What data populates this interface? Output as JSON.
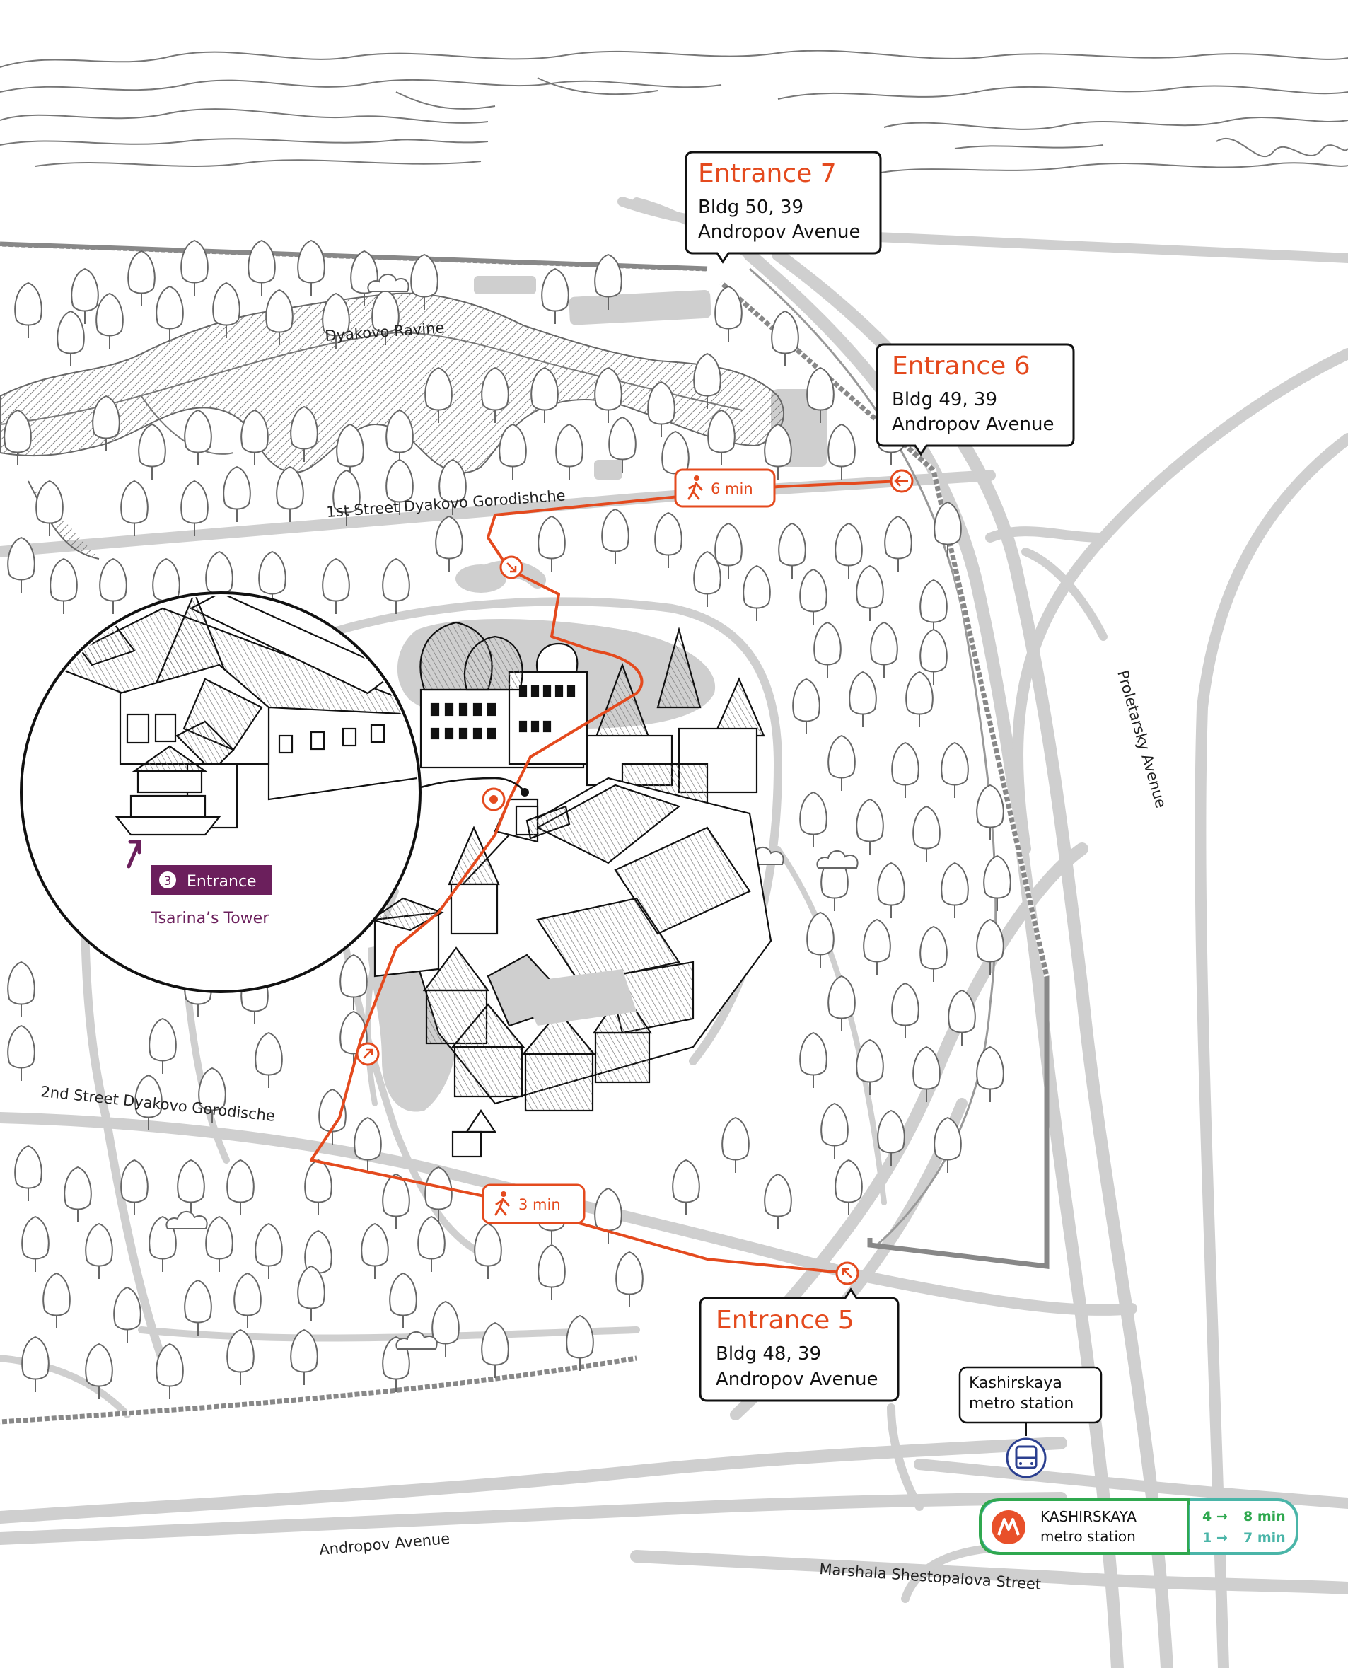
{
  "colors": {
    "accent": "#e44a1e",
    "purple": "#6b1f5c",
    "road": "#cfcfcf",
    "outline": "#555555",
    "metro_green": "#2fa84f",
    "metro_teal": "#4ab5a8",
    "metro_red": "#e8502a",
    "bus_blue": "#2b3f8f"
  },
  "streets": {
    "dyakovo_ravine": "Dyakovo Ravine",
    "first_street": "1st Street Dyakovo Gorodishche",
    "second_street": "2nd Street Dyakovo Gorodische",
    "proletarsky": "Proletarsky Avenue",
    "andropov": "Andropov Avenue",
    "shestopalova": "Marshala Shestopalova Street"
  },
  "entrances": [
    {
      "title": "Entrance 7",
      "line1": "Bldg 50, 39",
      "line2": "Andropov Avenue",
      "icon": "arrow-left-icon"
    },
    {
      "title": "Entrance 6",
      "line1": "Bldg 49, 39",
      "line2": "Andropov Avenue",
      "icon": "arrow-left-icon"
    },
    {
      "title": "Entrance 5",
      "line1": "Bldg 48, 39",
      "line2": "Andropov Avenue",
      "icon": "arrow-up-left-icon"
    }
  ],
  "walks": [
    {
      "icon": "walking-person-icon",
      "label": "6 min"
    },
    {
      "icon": "walking-person-icon",
      "label": "3 min"
    }
  ],
  "inset": {
    "badge_number": "3",
    "badge_label": "Entrance",
    "caption": "Tsarina’s Tower"
  },
  "bus": {
    "line1": "Kashirskaya",
    "line2": "metro station",
    "icon": "bus-icon"
  },
  "metro": {
    "icon": "metro-m-icon",
    "line1": "KASHIRSKAYA",
    "line2": "metro station",
    "rows": [
      {
        "from": "4 →",
        "time": "8 min",
        "color": "#2fa84f"
      },
      {
        "from": "1 →",
        "time": "7 min",
        "color": "#4ab5a8"
      }
    ]
  }
}
